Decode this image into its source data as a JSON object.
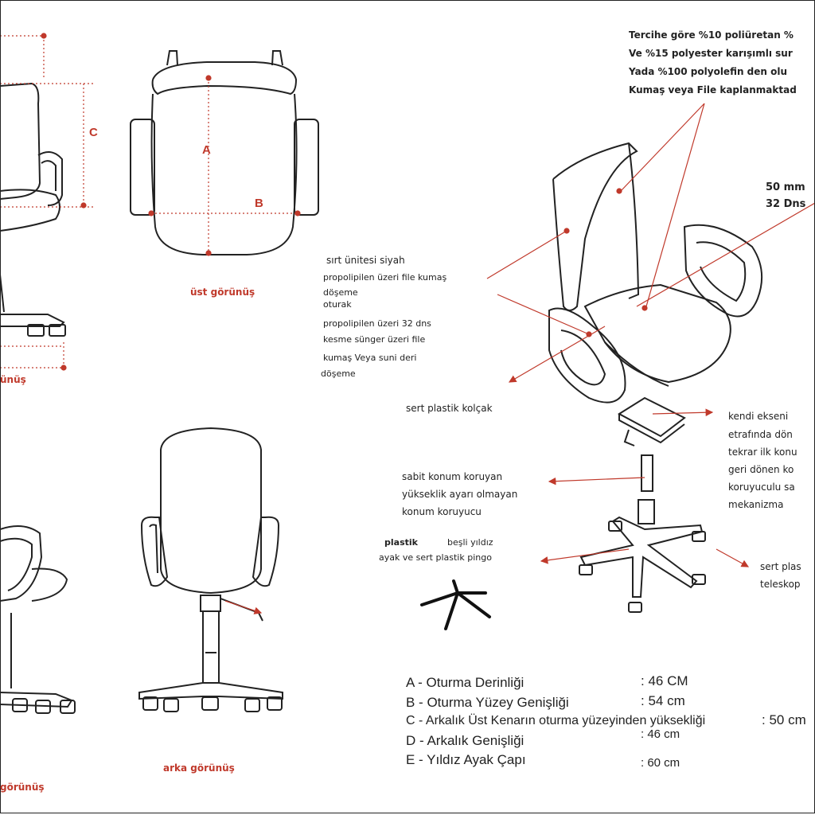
{
  "views": {
    "top_view_caption": "üst görünüş",
    "side_view_caption_partial": "ünüş",
    "front_view_caption_partial": "görünüş",
    "back_view_caption": "arka görünüş"
  },
  "dimension_letters": {
    "a": "A",
    "b": "B",
    "c": "C"
  },
  "notes": {
    "fabric_note_lines": [
      "Tercihe göre %10 poliüretan %",
      "Ve %15 polyester karışımlı sur",
      "Yada %100 polyolefin den olu",
      "Kumaş veya File kaplanmaktad"
    ],
    "foam_note_lines": [
      "50 mm",
      "32 Dns"
    ],
    "back_unit_lines": [
      "sırt ünitesi siyah",
      "propolipilen üzeri file kumaş",
      "döşeme"
    ],
    "seat_lines": [
      "oturak",
      "propolipilen üzeri 32 dns",
      "kesme sünger üzeri file",
      "kumaş  Veya suni deri",
      "döşeme"
    ],
    "armrest": "sert plastik kolçak",
    "mechanism_lines": [
      "kendi ekseni",
      "etrafında dön",
      "tekrar ilk konu",
      "geri dönen ko",
      "koruyuculu sa",
      "mekanizma"
    ],
    "gas_lift_lines": [
      "sabit konum koruyan",
      "yükseklik ayarı olmayan",
      "konum koruyucu"
    ],
    "base_plastik": "plastik",
    "base_lines": [
      "beşli yıldız",
      "ayak ve sert plastik pingo"
    ],
    "casters_lines": [
      "sert plas",
      "teleskop"
    ]
  },
  "specs": [
    {
      "label": "A - Oturma Derinliği",
      "value": ": 46 CM"
    },
    {
      "label": "B - Oturma Yüzey Genişliği",
      "value": ": 54 cm"
    },
    {
      "label": "C - Arkalık Üst Kenarın oturma yüzeyinden yüksekliği",
      "value": ": 50 cm"
    },
    {
      "label": "D - Arkalık Genişliği",
      "value": ": 46 cm"
    },
    {
      "label": "E - Yıldız Ayak Çapı",
      "value": ": 60 cm"
    }
  ],
  "colors": {
    "line": "#222222",
    "dimension": "#c0392b",
    "pointer": "#c0392b"
  }
}
